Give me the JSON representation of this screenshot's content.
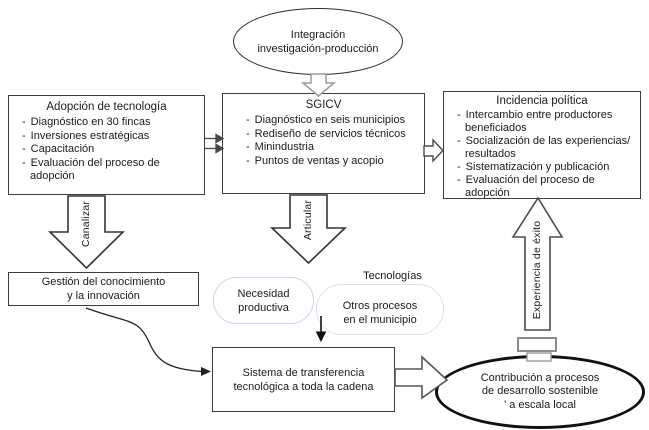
{
  "diagram": {
    "top_ellipse": {
      "line1": "Integración",
      "line2": "investigación-producción"
    },
    "adopcion": {
      "title": "Adopción de tecnología",
      "items": [
        "Diagnóstico en 30 fincas",
        "Inversiones estratégicas",
        "Capacitación",
        "Evaluación del proceso de adopción"
      ]
    },
    "sgicv": {
      "title": "SGICV",
      "items": [
        "Diagnóstico en seis municipios",
        "Rediseño de servicios técnicos",
        "Minindustria",
        "Puntos de ventas y acopio"
      ]
    },
    "incidencia": {
      "title": "Incidencia política",
      "items": [
        "Intercambio entre productores beneficiados",
        "Socialización de las experiencias/ resultados",
        "Sistematización y publicación",
        "Evaluación del proceso de  adopción"
      ]
    },
    "gestion": {
      "line1": "Gestión del conocimiento",
      "line2": "y la innovación"
    },
    "sistema": {
      "line1": "Sistema de transferencia",
      "line2": "tecnológica a toda la cadena"
    },
    "arrow_labels": {
      "canalizar": "Canalizar",
      "articular": "Articular",
      "experiencia": "Experiencia de éxito"
    },
    "clouds": {
      "necesidad_line1": "Necesidad",
      "necesidad_line2": "productiva",
      "tecnologias": "Tecnologías",
      "otros_line1": "Otros procesos",
      "otros_line2": "en el municipio"
    },
    "contribucion": {
      "line1": "Contribución a procesos",
      "line2": "de desarrollo sostenible",
      "line3": "' a escala local"
    },
    "colors": {
      "box_border": "#3c3c3c",
      "arrow_outline": "#4a4a4a",
      "soft_gray": "#8c8c8c",
      "cloud_border": "#d3dbe8",
      "ellipse_border": "#111111",
      "text": "#1a1a1a"
    }
  }
}
